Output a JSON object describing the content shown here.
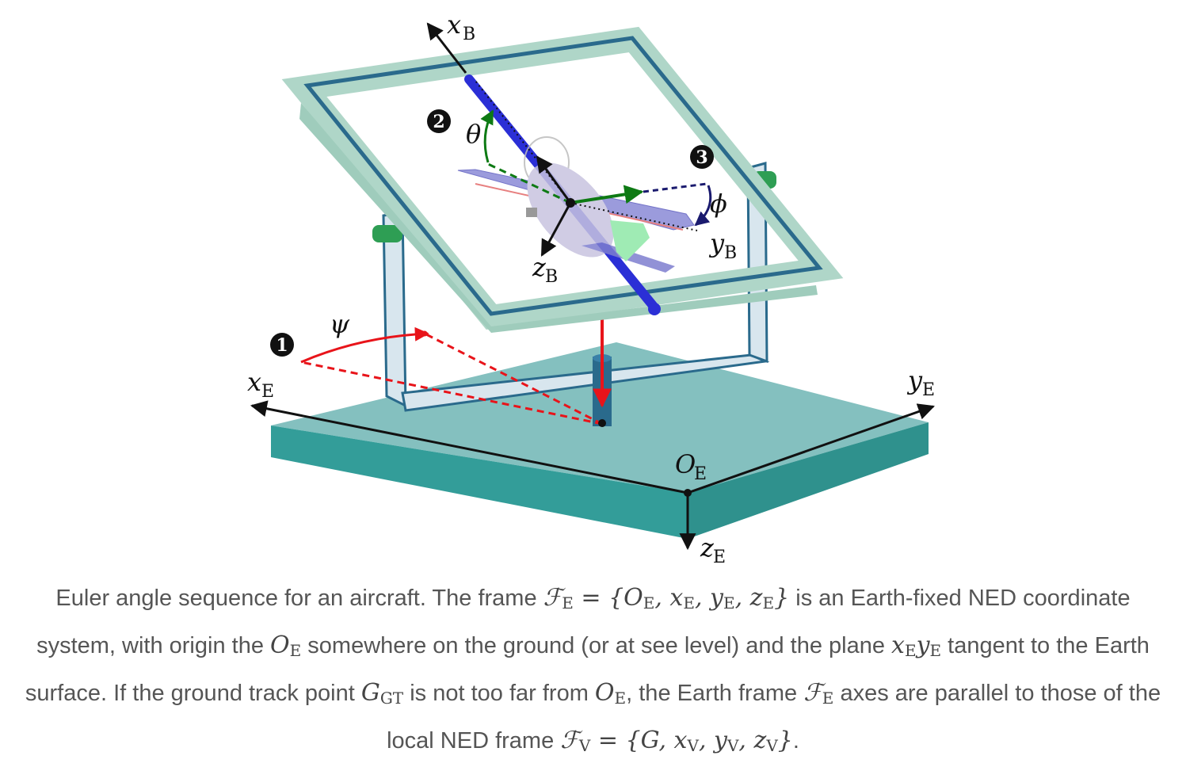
{
  "labels": {
    "xB": {
      "main": "x",
      "sub": "B"
    },
    "yB": {
      "main": "y",
      "sub": "B"
    },
    "zB": {
      "main": "z",
      "sub": "B"
    },
    "xE": {
      "main": "x",
      "sub": "E"
    },
    "yE": {
      "main": "y",
      "sub": "E"
    },
    "zE": {
      "main": "z",
      "sub": "E"
    },
    "OE": {
      "main": "O",
      "sub": "E"
    },
    "psi": "ψ",
    "theta": "θ",
    "phi": "ϕ"
  },
  "steps": [
    "1",
    "2",
    "3"
  ],
  "colors": {
    "ground_top": "#84c0bf",
    "ground_side": "#339d99",
    "gimbal_frame": "#afd6c8",
    "gimbal_edge": "#2a6a8c",
    "stand": "#d8e6ee",
    "axle": "#2b2fd6",
    "psi_red": "#e8141a",
    "theta_green": "#0e7a14",
    "phi_navy": "#1a1a6e"
  },
  "caption": {
    "s1": "Euler angle sequence for an aircraft. The frame ",
    "FE_eq": "ℱ",
    "FE_sub": "E",
    "eq1": " = {O",
    "eq1_sub": "E",
    "eq1b": ", x",
    "eq1b_sub": "E",
    "eq1c": ", y",
    "eq1c_sub": "E",
    "eq1d": ", z",
    "eq1d_sub": "E",
    "eq1e": "}",
    "s2": " is an Earth-fixed NED coordinate system, with origin the ",
    "OE": "O",
    "OE_sub": "E",
    "s3": " somewhere on the ground (or at see level) and the plane ",
    "xE": "x",
    "xE_sub": "E",
    "yE": "y",
    "yE_sub": "E",
    "s4": " tangent to the Earth surface. If the ground track point ",
    "G": "G",
    "G_sub": "GT",
    "s5": " is not too far from ",
    "OE2": "O",
    "OE2_sub": "E",
    "s6": ", the Earth frame ",
    "FE2": "ℱ",
    "FE2_sub": "E",
    "s7": " axes are parallel to those of the local NED frame ",
    "FV": "ℱ",
    "FV_sub": "V",
    "eq2": " = {G, x",
    "eq2_sub": "V",
    "eq2b": ", y",
    "eq2b_sub": "V",
    "eq2c": ", z",
    "eq2c_sub": "V",
    "eq2d": "}",
    "s8": "."
  }
}
